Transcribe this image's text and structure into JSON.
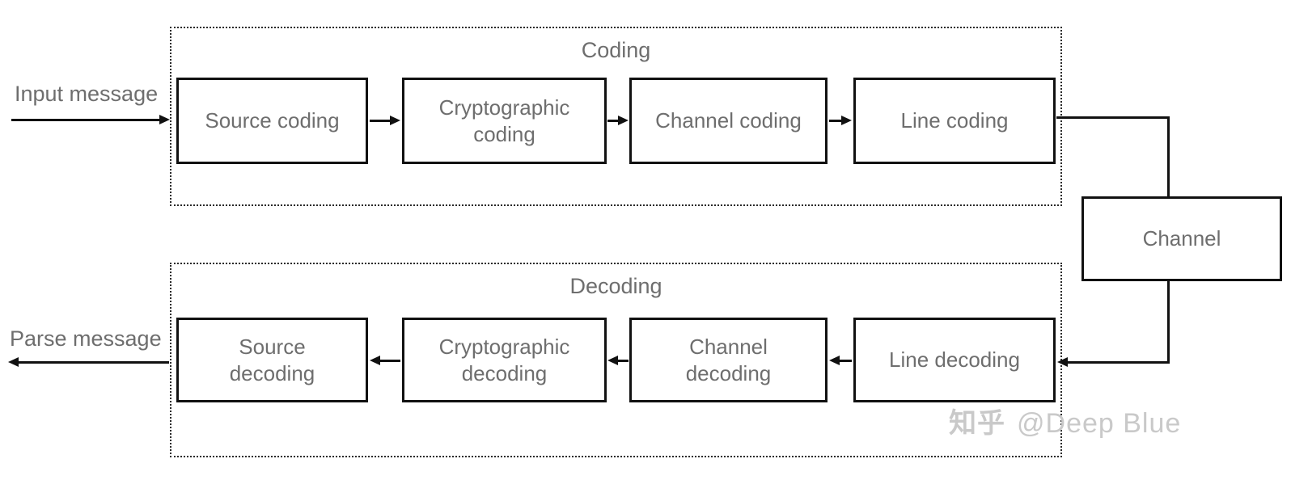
{
  "coding": {
    "title": "Coding",
    "boxes": [
      "Source coding",
      "Cryptographic coding",
      "Channel coding",
      "Line coding"
    ]
  },
  "decoding": {
    "title": "Decoding",
    "boxes": [
      "Source decoding",
      "Cryptographic decoding",
      "Channel decoding",
      "Line decoding"
    ]
  },
  "channel": {
    "label": "Channel"
  },
  "flow": {
    "input_label": "Input message",
    "output_label": "Parse message"
  },
  "watermark": {
    "site": "知乎",
    "handle": "@Deep Blue"
  },
  "colors": {
    "line": "#111111",
    "box_text": "#6e6e6e",
    "watermark": "#c9c9c9",
    "background": "#ffffff"
  }
}
